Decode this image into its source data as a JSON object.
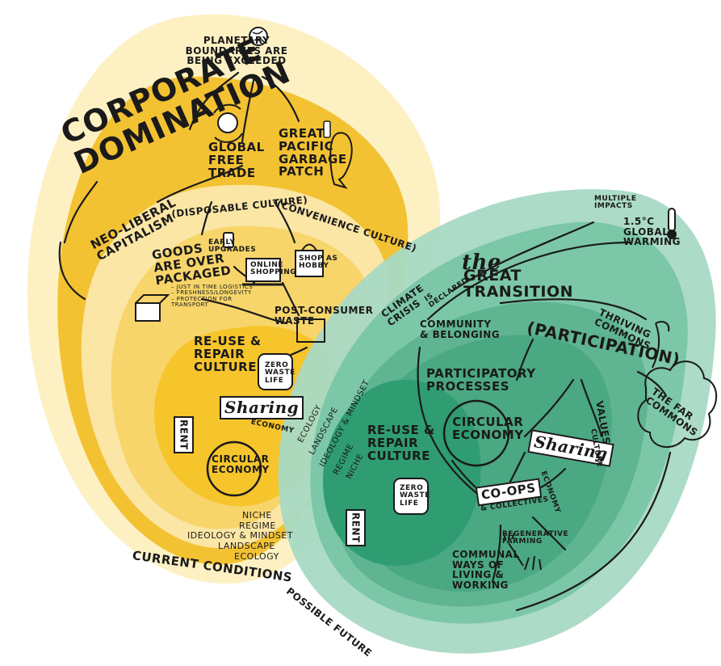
{
  "colors": {
    "outer_yellow": "#fdf1c4",
    "mid_yellow": "#f7d56a",
    "band_yellow": "#f3c233",
    "inner_pale": "#fbe6a6",
    "core_yellow": "#f6c42b",
    "outer_green": "#a8d9c4",
    "mid_green": "#7cc7a8",
    "inner_green": "#5fb491",
    "core_green": "#2f9c72",
    "ink": "#1a1a1a"
  },
  "current": {
    "planetary": "PLANETARY\nBOUNDARIES ARE\nBEING EXCEEDED",
    "corporate": "CORPORATE\nDOMINATION",
    "global_free_trade": "GLOBAL\nFREE\nTRADE",
    "great_pacific": "GREAT\nPACIFIC\nGARBAGE\nPATCH",
    "neo_liberal": "NEO-LIBERAL\nCAPITALISM",
    "disposable": "(DISPOSABLE CULTURE)",
    "convenience": "(CONVENIENCE CULTURE)",
    "early_upgrades": "EARLY\nUPGRADES",
    "online_shopping": "ONLINE\nSHOPPING",
    "shop_hobby": "SHOP AS\nHOBBY",
    "goods_packaged": "GOODS\nARE OVER\nPACKAGED",
    "goods_notes": "– JUST IN TIME LOGISTICS\n– FRESHNESS/LONGEVITY\n– PROTECTION FOR\n  TRANSPORT",
    "post_consumer": "POST-CONSUMER\nWASTE",
    "reuse_repair": "RE-USE &\nREPAIR\nCULTURE",
    "zero_waste": "ZERO\nWASTE\nLIFE",
    "rent": "RENT",
    "sharing": "Sharing",
    "sharing_economy": "ECONOMY",
    "circular": "CIRCULAR\nECONOMY",
    "levels": [
      "NICHE",
      "REGIME",
      "IDEOLOGY & MINDSET",
      "LANDSCAPE",
      "ECOLOGY"
    ],
    "caption": "CURRENT CONDITIONS"
  },
  "future": {
    "multiple_impacts": "MULTIPLE\nIMPACTS",
    "global_warming": "1.5°C\nGLOBAL\nWARMING",
    "the": "the",
    "great_transition": "GREAT\nTRANSITION",
    "climate_crisis": "CLIMATE\nCRISIS",
    "declared": "IS\nDECLARED",
    "community": "COMMUNITY\n& BELONGING",
    "participation": "(PARTICIPATION)",
    "thriving": "THRIVING\nCOMMONS",
    "participatory": "PARTICIPATORY\nPROCESSES",
    "circular": "CIRCULAR\nECONOMY",
    "sharing": "Sharing",
    "sharing_economy": "ECONOMY",
    "values": "VALUES",
    "culture": "CULTURE",
    "far_commons": "THE FAR\nCOMMONS",
    "coops": "CO-OPS",
    "collectives": "& COLLECTIVES",
    "regenerative": "REGENERATIVE\nFARMING",
    "communal": "COMMUNAL\nWAYS OF\nLIVING &\nWORKING",
    "reuse_repair": "RE-USE &\nREPAIR\nCULTURE",
    "zero_waste": "ZERO\nWASTE\nLIFE",
    "rent": "RENT",
    "levels": [
      "ECOLOGY",
      "LANDSCAPE",
      "IDEOLOGY & MINDSET",
      "REGIME",
      "NICHE"
    ],
    "caption": "POSSIBLE FUTURE"
  }
}
